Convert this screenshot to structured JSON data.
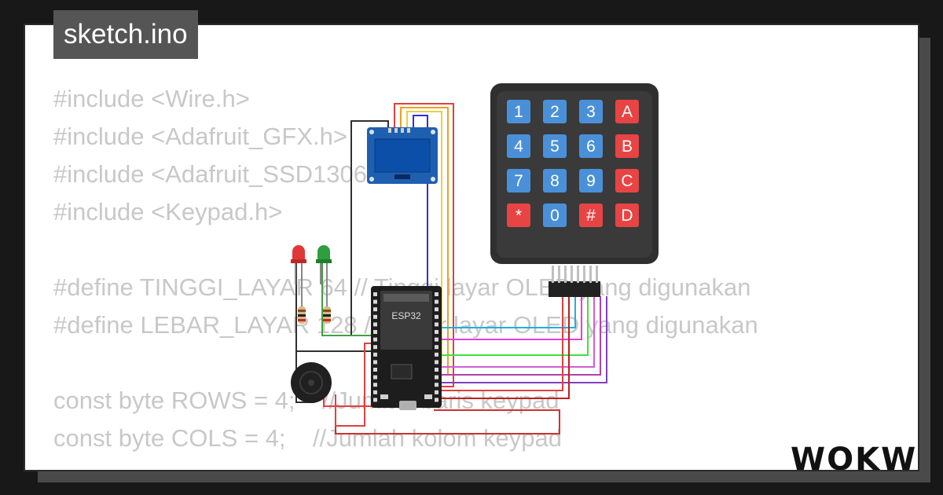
{
  "title": "sketch.ino",
  "code_lines": [
    "#include <Wire.h>",
    "#include <Adafruit_GFX.h>",
    "#include <Adafruit_SSD1306.h>",
    "#include <Keypad.h>",
    "",
    "#define TINGGI_LAYAR 64 // Tinggi layar OLED yang digunakan",
    "#define LEBAR_LAYAR 128 // Lebar layar OLED yang digunakan",
    "",
    "const byte ROWS = 4;    //Jumlah baris keypad",
    "const byte COLS = 4;    //Jumlah kolom keypad"
  ],
  "keypad": {
    "keys": [
      "1",
      "2",
      "3",
      "A",
      "4",
      "5",
      "6",
      "B",
      "7",
      "8",
      "9",
      "C",
      "*",
      "0",
      "#",
      "D"
    ],
    "number_color": "#4a90d9",
    "letter_color": "#e84444"
  },
  "esp32_label": "ESP32",
  "brand": "WOKWI",
  "colors": {
    "background": "#181818",
    "card": "#ffffff",
    "code_text": "#c8c8c8",
    "tab": "#555555",
    "board": "#1d1d1d",
    "oled_screen": "#0b4fa8",
    "oled_pcb": "#1f5fb0"
  },
  "icons": [
    "led-red-icon",
    "led-green-icon",
    "resistor-icon",
    "buzzer-icon",
    "wokwi-logo-icon"
  ]
}
